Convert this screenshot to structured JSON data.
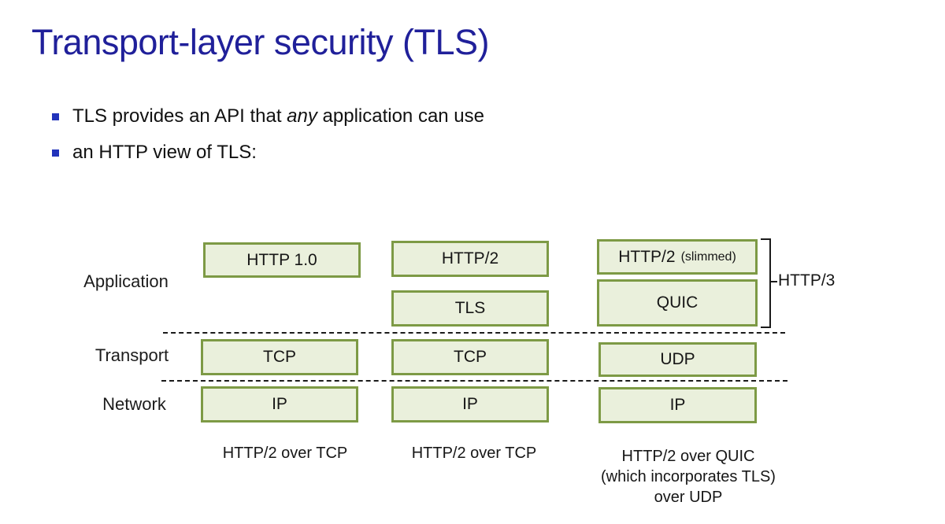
{
  "colors": {
    "title": "#20209a",
    "bullet_marker": "#2233bb",
    "box_fill": "#eaf0dc",
    "box_border": "#7d9a45",
    "text": "#1a1a1a"
  },
  "slide": {
    "title": "Transport-layer security (TLS)",
    "bullets": [
      {
        "pre": "TLS provides an API that ",
        "em": "any",
        "post": " application can use"
      },
      {
        "text": "an HTTP view of TLS:"
      }
    ]
  },
  "diagram": {
    "layers": [
      "Application",
      "Transport",
      "Network"
    ],
    "boxes": {
      "http10": "HTTP 1.0",
      "http2": "HTTP/2",
      "tls": "TLS",
      "http2_slimmed_main": "HTTP/2",
      "http2_slimmed_note": "(slimmed)",
      "quic": "QUIC",
      "tcp_left": "TCP",
      "tcp_mid": "TCP",
      "udp": "UDP",
      "ip_left": "IP",
      "ip_mid": "IP",
      "ip_right": "IP"
    },
    "http3_label": "HTTP/3",
    "captions": {
      "left": "HTTP/2 over TCP",
      "mid": "HTTP/2 over TCP",
      "right_lines": [
        "HTTP/2 over QUIC",
        "(which incorporates TLS)",
        "over UDP"
      ]
    }
  }
}
